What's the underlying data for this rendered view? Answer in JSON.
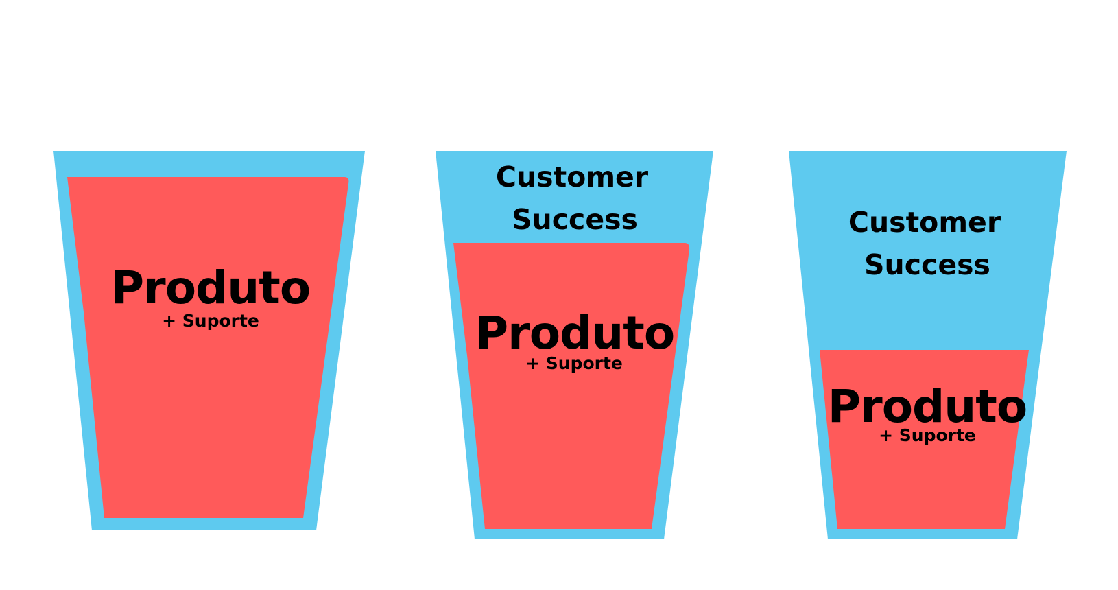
{
  "colors": {
    "glass": "#5ECAEF",
    "fill": "#FF5A5A",
    "text": "#000000"
  },
  "cups": [
    {
      "product_label": "Produto",
      "support_label": "+ Suporte",
      "fill_level": 0.92
    },
    {
      "success_line1": "Customer",
      "success_line2": "Success",
      "product_label": "Produto",
      "support_label": "+ Suporte",
      "fill_level": 0.74
    },
    {
      "success_line1": "Customer",
      "success_line2": "Success",
      "product_label": "Produto",
      "support_label": "+ Suporte",
      "fill_level": 0.46
    }
  ]
}
